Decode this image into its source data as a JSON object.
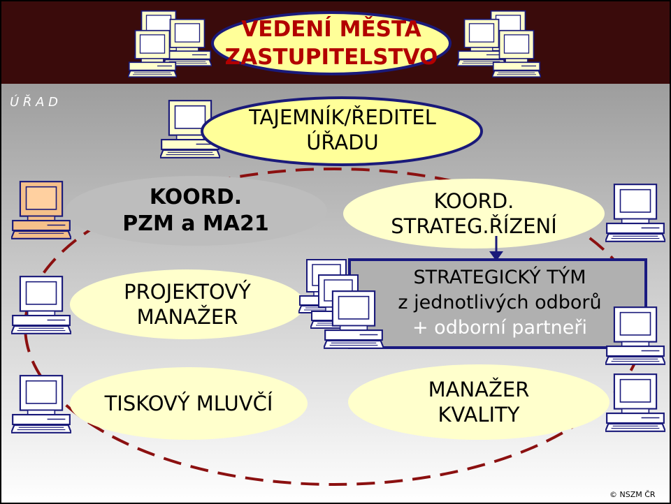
{
  "header": {
    "line1": "VEDENÍ MĚSTA",
    "line2": "ZASTUPITELSTVO"
  },
  "office_label": "Ú Ř A D",
  "nodes": {
    "secretary": {
      "line1": "TAJEMNÍK/ŘEDITEL",
      "line2": "ÚŘADU"
    },
    "coord_pzm": {
      "line1": "KOORD.",
      "line2": "PZM a MA21"
    },
    "coord_strateg": {
      "line1": "KOORD.",
      "line2": "STRATEG.ŘÍZENÍ"
    },
    "project_manager": {
      "line1": "PROJEKTOVÝ",
      "line2": "MANAŽER"
    },
    "strategic_team": {
      "line1": "STRATEGICKÝ TÝM",
      "line2": "z jednotlivých odborů",
      "line3": "+ odborní partneři"
    },
    "press": {
      "line1": "TISKOVÝ MLUVČÍ"
    },
    "quality": {
      "line1": "MANAŽER",
      "line2": "KVALITY"
    }
  },
  "copyright": "© NSZM ČR",
  "colors": {
    "header_bg": "#3a0b0b",
    "header_text": "#b20000",
    "ellipse_yellow": "#ffff99",
    "ellipse_cream": "#ffffcc",
    "ellipse_gray": "#bdbdbd",
    "team_border": "#1a1a80",
    "dashed_loop": "#8b1010"
  },
  "icons": [
    "computer-icon"
  ]
}
